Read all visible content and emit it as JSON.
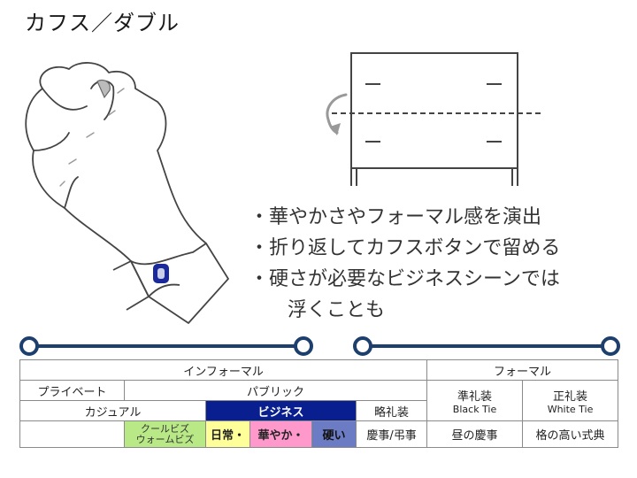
{
  "title": "カフス／ダブル",
  "bullets": [
    "・華やかさやフォーマル感を演出",
    "・折り返してカフスボタンで留める",
    "・硬さが必要なビジネスシーンでは",
    "浮くことも"
  ],
  "colors": {
    "timeline": "#1c3f6e",
    "business": "#0a1f8f",
    "cool_biz": "#b8e986",
    "daily": "#ffff99",
    "hanayaka": "#ff99cc",
    "katai": "#6b7cc4",
    "cufflink": "#1a2a9a"
  },
  "table": {
    "informal": "インフォーマル",
    "formal": "フォーマル",
    "private": "プライベート",
    "public": "パブリック",
    "semi_formal": "準礼装",
    "semi_formal_sub": "Black Tie",
    "full_formal": "正礼装",
    "full_formal_sub": "White Tie",
    "casual": "カジュアル",
    "business": "ビジネス",
    "informal_wear": "略礼装",
    "cool_biz_1": "クールビズ",
    "cool_biz_2": "ウォームビズ",
    "daily": "日常",
    "sep1": "・",
    "hanayaka": "華やか",
    "sep2": "・",
    "katai": "硬い",
    "ceremony": "慶事/弔事",
    "daytime": "昼の慶事",
    "high_ceremony": "格の高い式典"
  }
}
